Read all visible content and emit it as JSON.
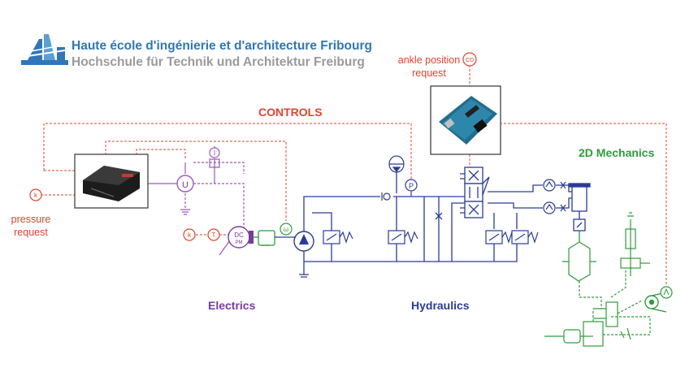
{
  "logo": {
    "line1": "Haute école d'ingénierie et d'architecture Fribourg",
    "line2": "Hochschule für Technik und Architektur Freiburg"
  },
  "labels": {
    "controls": "CONTROLS",
    "ankle_line1": "ankle position",
    "ankle_line2": "request",
    "pressure_line1": "pressure",
    "pressure_line2": "request",
    "electrics": "Electrics",
    "hydraulics": "Hydraulics",
    "mechanics": "2D Mechanics"
  },
  "symbols": {
    "k_left": "k",
    "k_motor": "k",
    "t_motor": "T",
    "u_sensor": "U",
    "i_sensor": "I",
    "dc_motor": "DC",
    "dc_sub": "PM",
    "p_sensor": "P",
    "omega_sensor": "ω",
    "ankle_sensor": "CD"
  },
  "colors": {
    "controls": "#e5432c",
    "electrics": "#8a4bb0",
    "hydraulics": "#2a3c9a",
    "mechanics": "#2e9c3a",
    "logo_blue": "#2f77b8",
    "logo_grey": "#9a9a9a"
  }
}
